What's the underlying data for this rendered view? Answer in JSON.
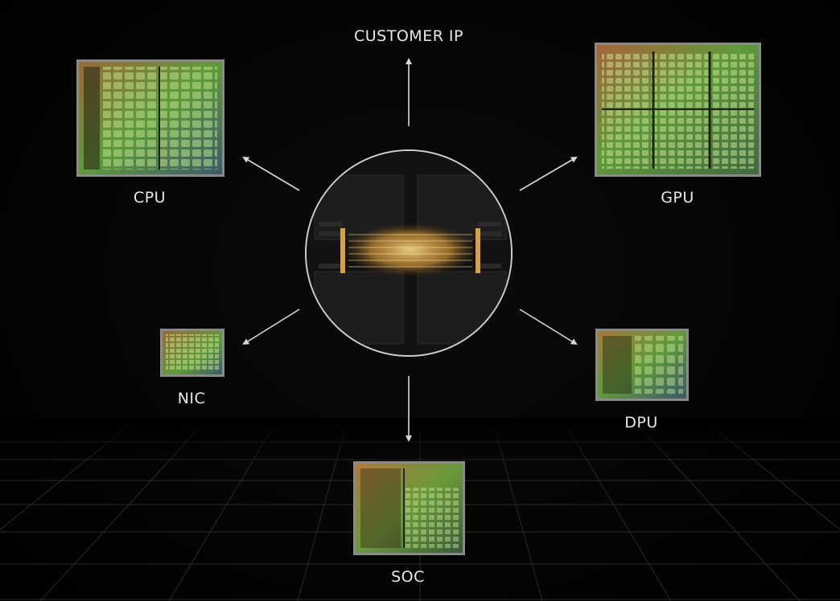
{
  "diagram": {
    "hub_label": "",
    "targets": {
      "customer_ip": "CUSTOMER IP",
      "cpu": "CPU",
      "gpu": "GPU",
      "nic": "NIC",
      "dpu": "DPU",
      "soc": "SOC"
    }
  },
  "colors": {
    "background": "#000000",
    "arrow": "#d8d8d8",
    "label": "#e8e8e8",
    "chip_frame": "#8a8a8a",
    "chip_green": "#5f9a3a",
    "chip_warm": "#b07a3a",
    "hub_glow": "#f0c060"
  }
}
